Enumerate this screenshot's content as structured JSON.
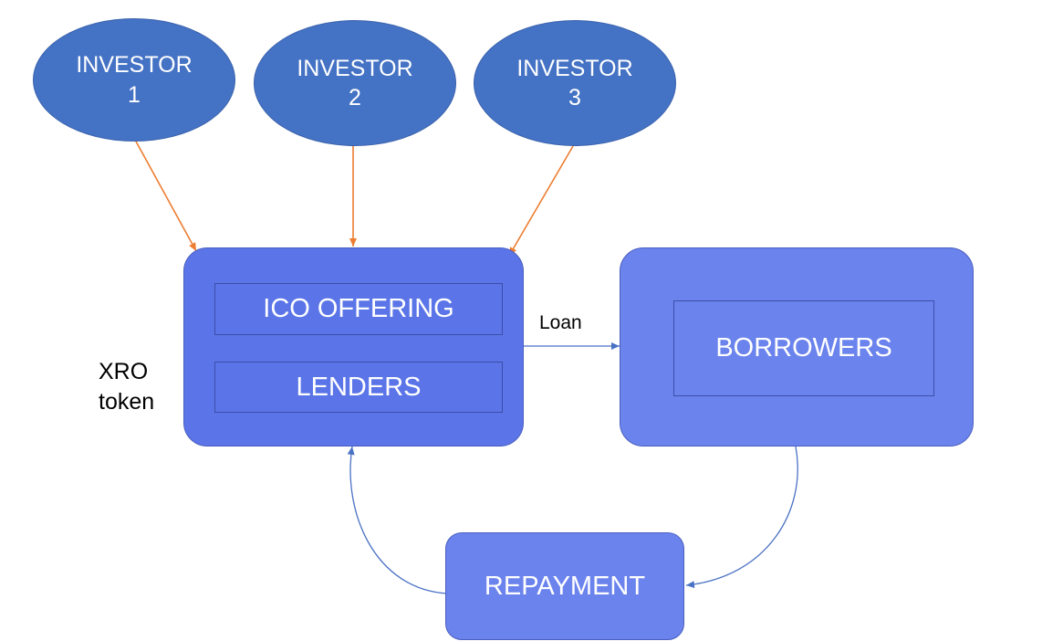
{
  "investors": [
    {
      "line1": "INVESTOR",
      "line2": "1"
    },
    {
      "line1": "INVESTOR",
      "line2": "2"
    },
    {
      "line1": "INVESTOR",
      "line2": "3"
    }
  ],
  "left_box": {
    "top_label": "ICO OFFERING",
    "bottom_label": "LENDERS"
  },
  "right_box": {
    "label": "BORROWERS"
  },
  "repayment_box": {
    "label": "REPAYMENT"
  },
  "loan_label": "Loan",
  "token_label": {
    "line1": "XRO",
    "line2": "token"
  },
  "colors": {
    "investor_fill": "#4472c4",
    "box_fill": "#5b75e8",
    "arrow_orange": "#ed7d31",
    "arrow_blue": "#4a72c4"
  }
}
